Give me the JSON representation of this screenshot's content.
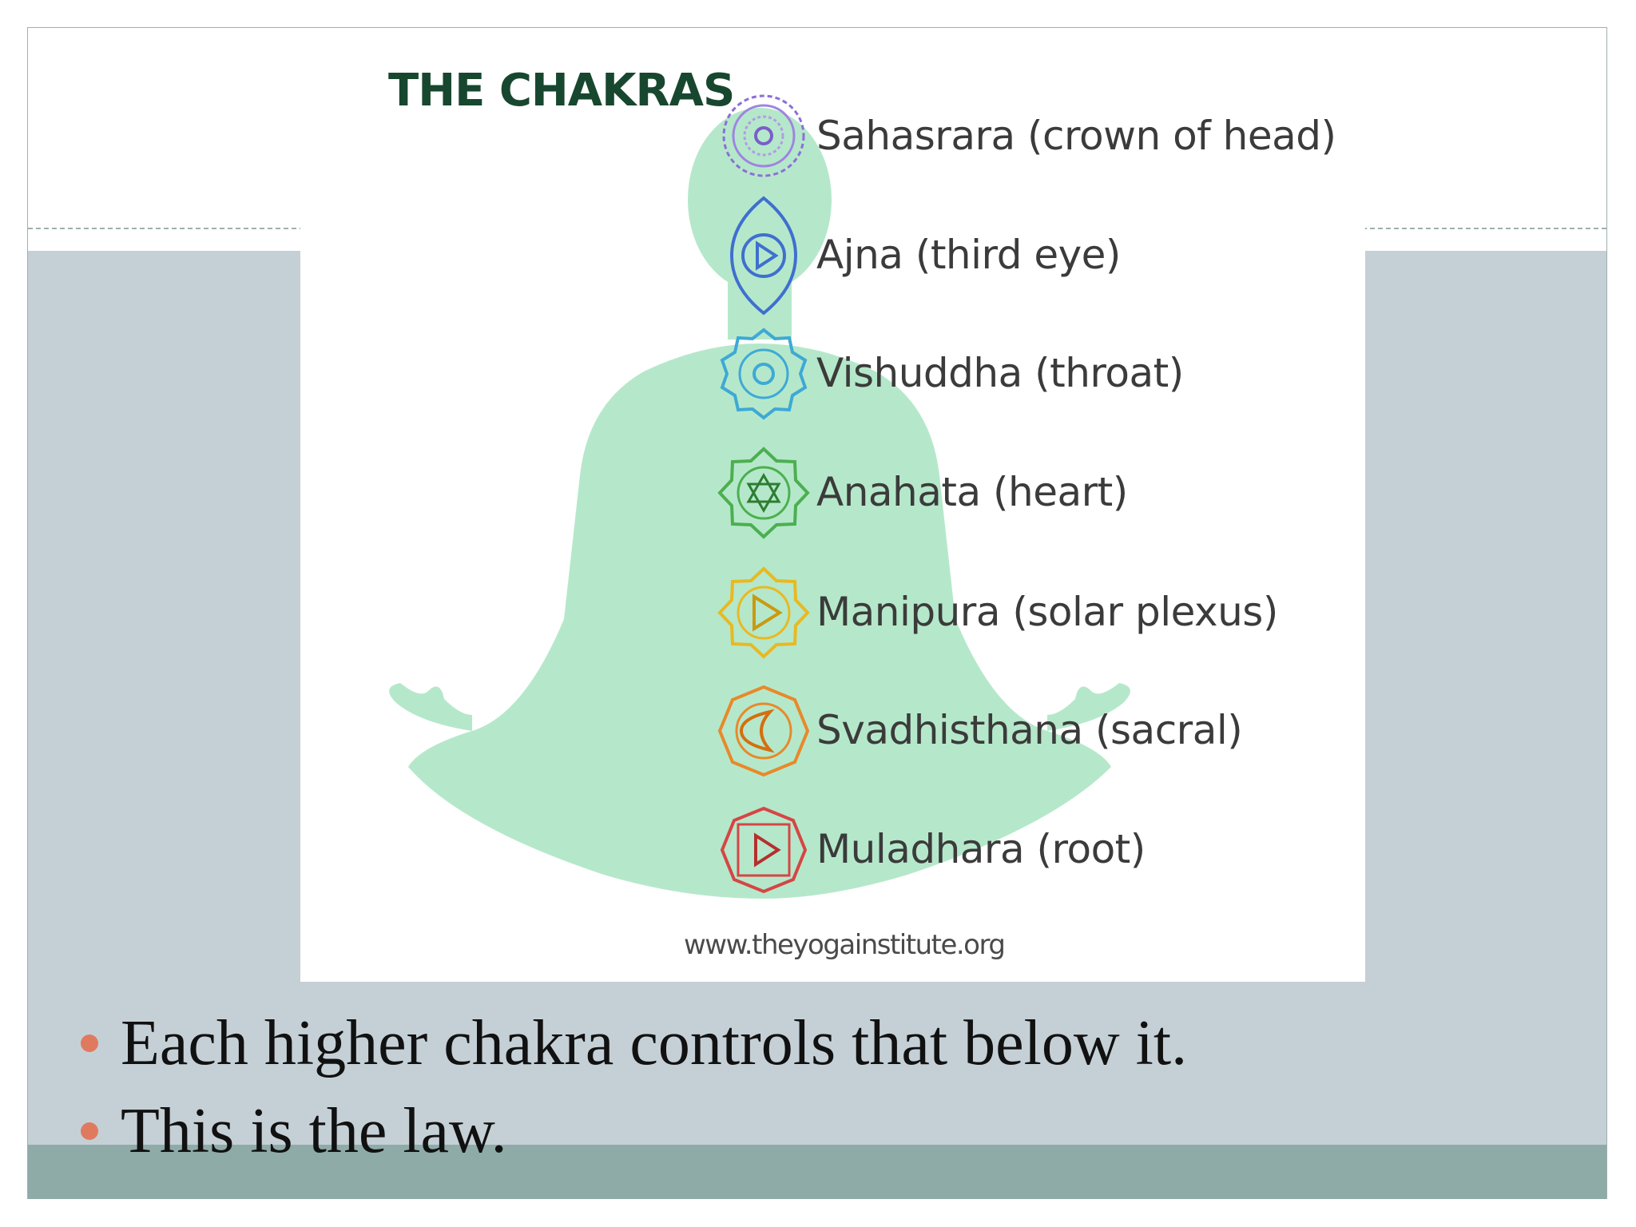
{
  "image": {
    "heading": "THE CHAKRAS",
    "chakras": [
      {
        "label": "Sahasrara (crown of head)",
        "icon": "sahasrara-icon",
        "color": "#8b6fd6"
      },
      {
        "label": "Ajna (third eye)",
        "icon": "ajna-icon",
        "color": "#3f6fd0"
      },
      {
        "label": "Vishuddha (throat)",
        "icon": "vishuddha-icon",
        "color": "#3ea9d6"
      },
      {
        "label": "Anahata (heart)",
        "icon": "anahata-icon",
        "color": "#4caf50"
      },
      {
        "label": "Manipura (solar plexus)",
        "icon": "manipura-icon",
        "color": "#e8b923"
      },
      {
        "label": "Svadhisthana (sacral)",
        "icon": "svadhisthana-icon",
        "color": "#e8892a"
      },
      {
        "label": "Muladhara (root)",
        "icon": "muladhara-icon",
        "color": "#d64545"
      }
    ],
    "source": "www.theyogainstitute.org",
    "silhouette_color": "#b5e8ca"
  },
  "bullets": [
    {
      "text": "Each higher chakra controls that below it."
    },
    {
      "text": "This is the law."
    }
  ],
  "colors": {
    "content_background": "#c5d0d6",
    "footer_band": "#8eaba7",
    "bullet_marker": "#e07a5f"
  }
}
